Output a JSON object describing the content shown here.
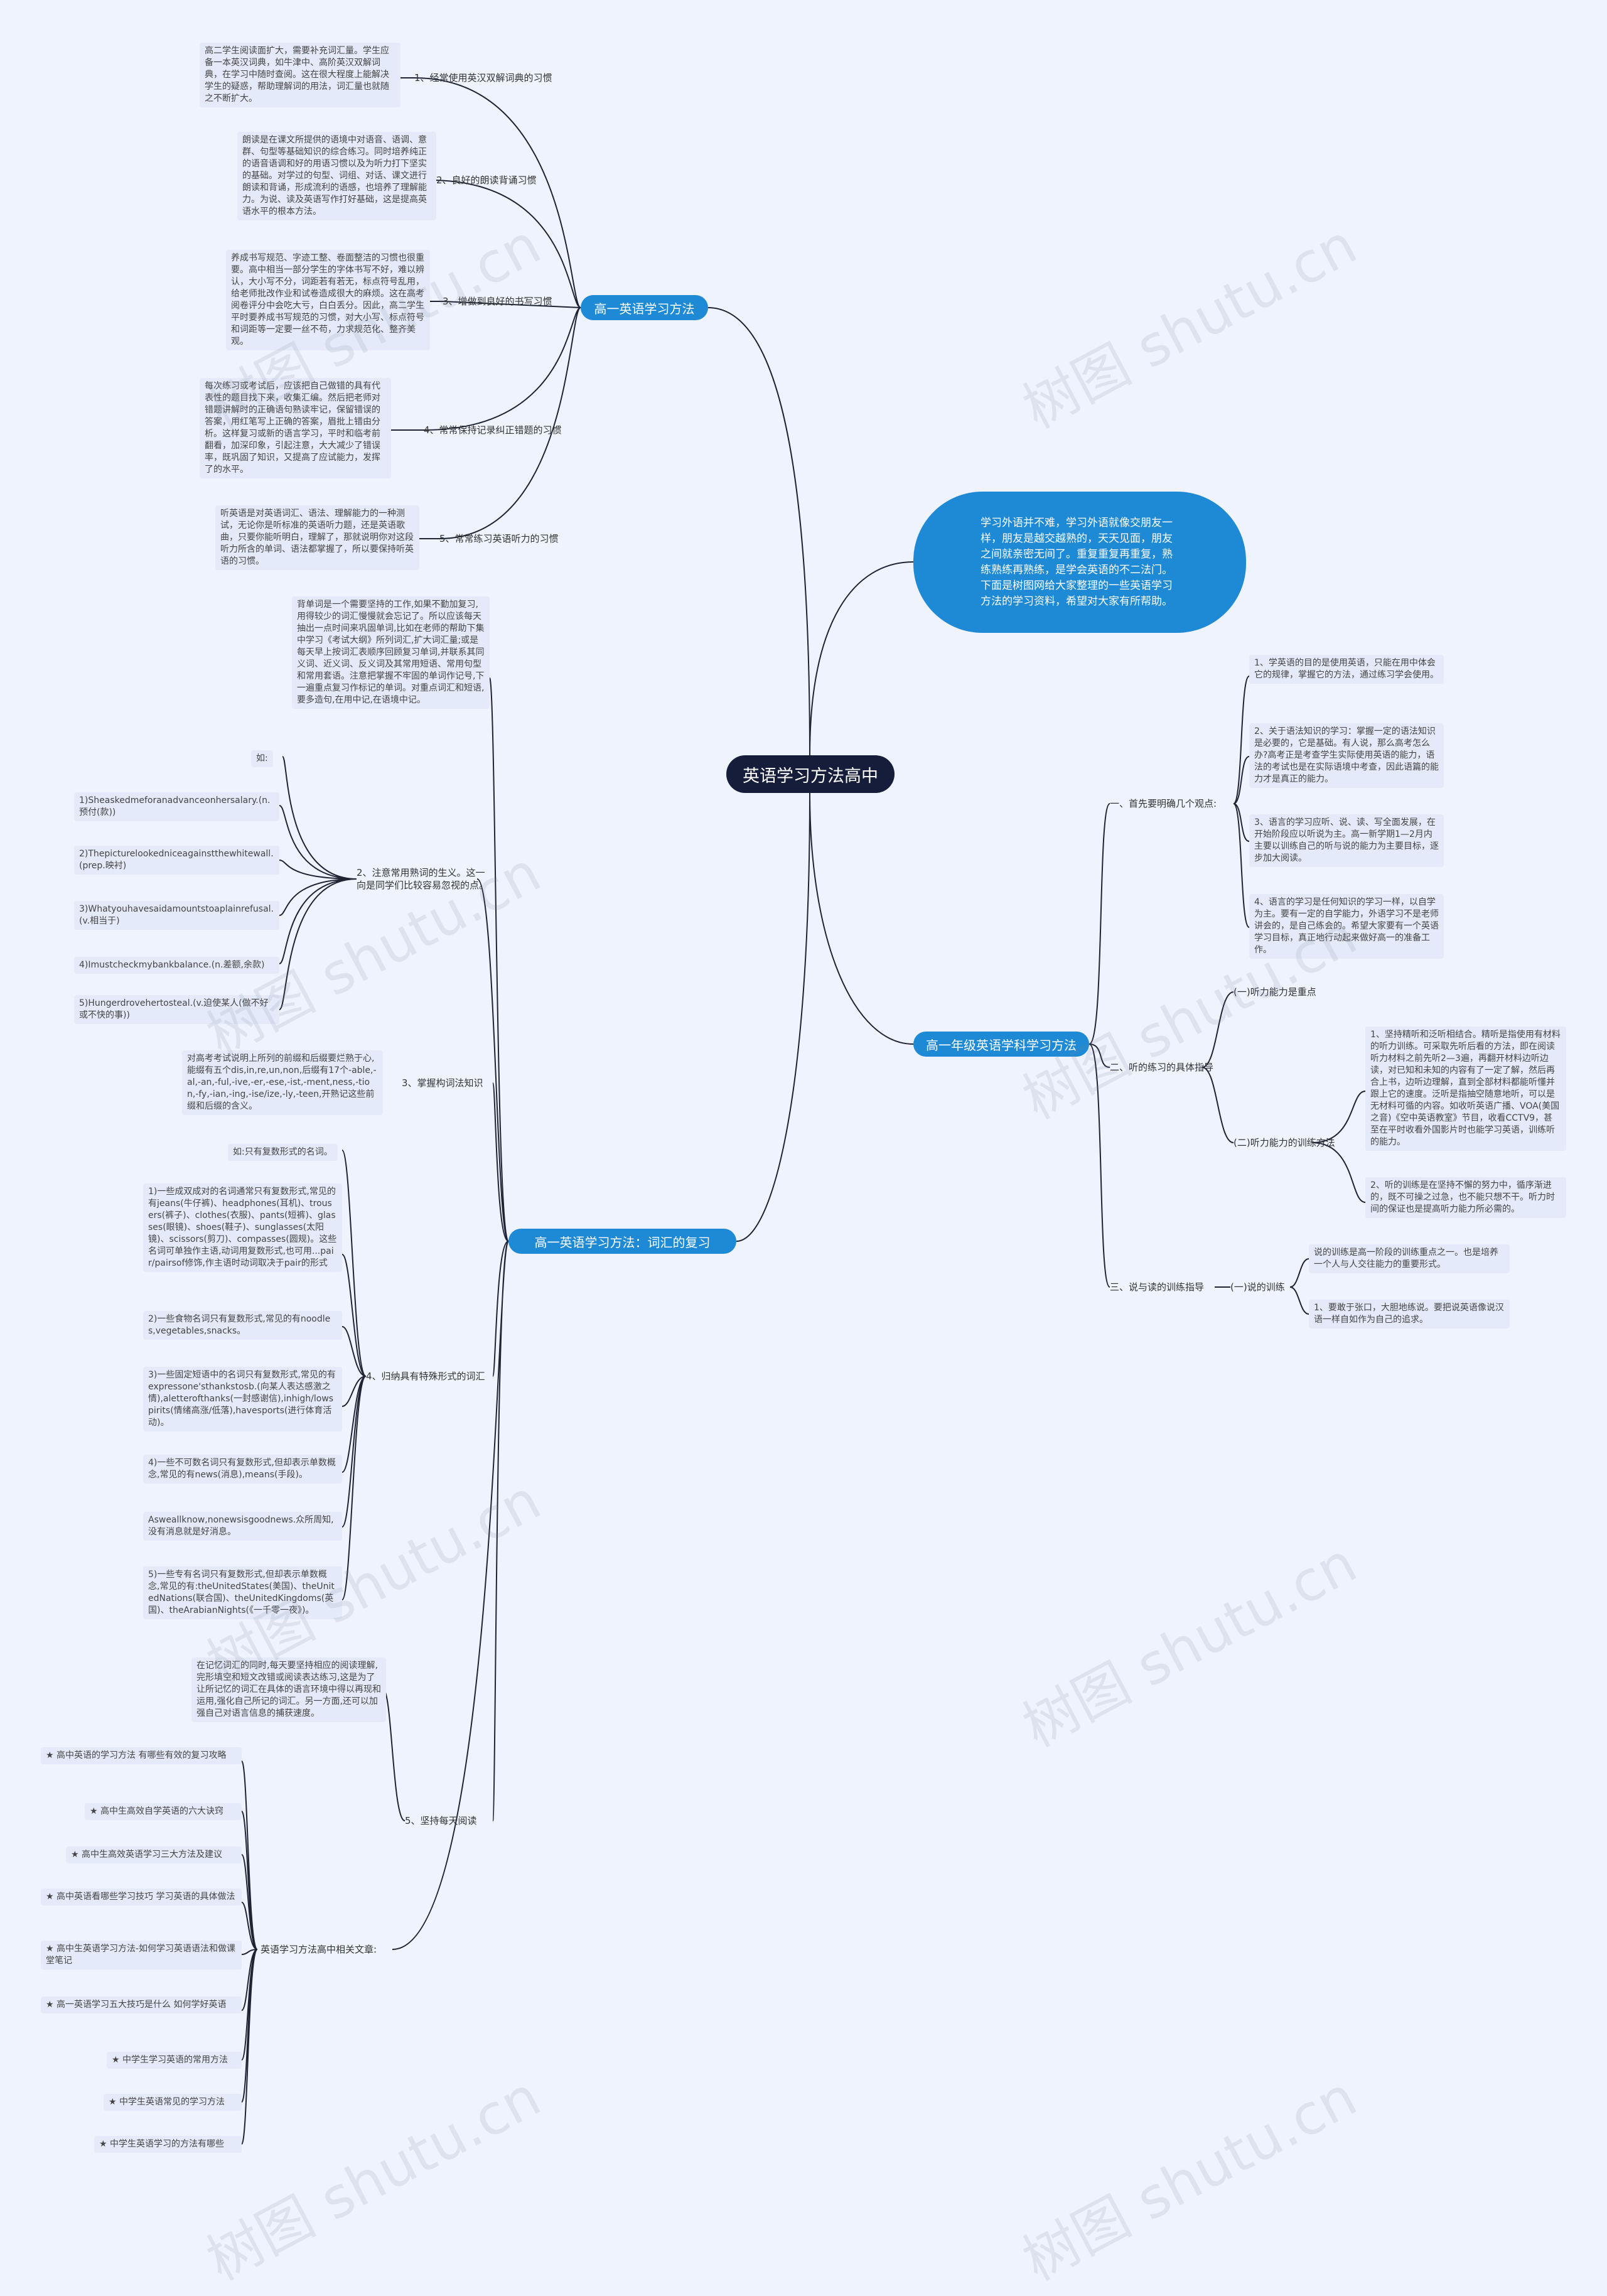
{
  "center": "英语学习方法高中",
  "intro": "学习外语并不难，学习外语就像交朋友一样，朋友是越交越熟的，天天见面，朋友之间就亲密无间了。重复重复再重复，熟练熟练再熟练，是学会英语的不二法门。下面是树图网给大家整理的一些英语学习方法的学习资料，希望对大家有所帮助。",
  "watermark": "树图 shutu.cn",
  "b1": {
    "label": "高一英语学习方法",
    "items": [
      {
        "title": "1、经常使用英汉双解词典的习惯",
        "text": "高二学生阅读面扩大，需要补充词汇量。学生应备一本英汉词典，如牛津中、高阶英汉双解词典，在学习中随时查阅。这在很大程度上能解决学生的疑惑，帮助理解词的用法，词汇量也就随之不断扩大。"
      },
      {
        "title": "2、良好的朗读背诵习惯",
        "text": "朗读是在课文所提供的语境中对语音、语调、意群、句型等基础知识的综合练习。同时培养纯正的语音语调和好的用语习惯以及为听力打下坚实的基础。对学过的句型、词组、对话、课文进行朗读和背诵，形成流利的语感，也培养了理解能力。为说、读及英语写作打好基础，这是提高英语水平的根本方法。"
      },
      {
        "title": "3、增做到良好的书写习惯",
        "text": "养成书写规范、字迹工整、卷面整洁的习惯也很重要。高中相当一部分学生的字体书写不好，难以辨认，大小写不分，词距若有若无，标点符号乱用，给老师批改作业和试卷造成很大的麻烦。这在高考阅卷评分中会吃大亏，白白丢分。因此，高二学生平时要养成书写规范的习惯，对大小写、标点符号和词距等一定要一丝不苟，力求规范化、整齐美观。"
      },
      {
        "title": "4、常常保持记录纠正错题的习惯",
        "text": "每次练习或考试后，应该把自己做错的具有代表性的题目找下来，收集汇编。然后把老师对错题讲解时的正确语句熟读牢记，保留错误的答案，用红笔写上正确的答案，眉批上错由分析。这样复习或新的语言学习，平时和临考前翻看，加深印象，引起注意，大大减少了错误率，既巩固了知识，又提高了应试能力，发挥了的水平。"
      },
      {
        "title": "5、常常练习英语听力的习惯",
        "text": "听英语是对英语词汇、语法、理解能力的一种测试，无论你是听标准的英语听力题，还是英语歌曲，只要你能听明白，理解了，那就说明你对这段听力所含的单词、语法都掌握了，所以要保持听英语的习惯。"
      }
    ]
  },
  "b2": {
    "label": "高一英语学习方法：词汇的复习",
    "top_text": "背单词是一个需要坚持的工作,如果不勤加复习,用得较少的词汇慢慢就会忘记了。所以应该每天抽出一点时间来巩固单词,比如在老师的帮助下集中学习《考试大纲》所列词汇,扩大词汇量;或是每天早上按词汇表顺序回顾复习单词,并联系其同义词、近义词、反义词及其常用短语、常用句型和常用套语。注意把掌握不牢固的单词作记号,下一遍重点复习作标记的单词。对重点词汇和短语,要多造句,在用中记,在语境中记。",
    "s2": {
      "title": "2、注意常用熟词的生义。这一向是同学们比较容易忽视的点。",
      "head": "如:",
      "items": [
        "1)Sheaskedmeforanadvanceonhersalary.(n.预付(款))",
        "2)Thepicturelookedniceagainstthewhitewall.(prep.映衬)",
        "3)Whatyouhavesaidamountstoaplainrefusal.(v.相当于)",
        "4)Imustcheckmybankbalance.(n.差额,余款)",
        "5)Hungerdrovehertosteal.(v.迫使某人(做不好或不快的事))"
      ]
    },
    "s3": {
      "title": "3、掌握构词法知识",
      "text": "对高考考试说明上所列的前缀和后缀要烂熟于心,能缀有五个dis,in,re,un,non,后缀有17个-able,-al,-an,-ful,-ive,-er,-ese,-ist,-ment,ness,-tion,-fy,-ian,-ing,-ise/ize,-ly,-teen,开熟记这些前缀和后缀的含义。"
    },
    "s4": {
      "title": "4、归纳具有特殊形式的词汇",
      "head": "如:只有复数形式的名词。",
      "items": [
        "1)一些成双成对的名词通常只有复数形式,常见的有jeans(牛仔裤)、headphones(耳机)、trousers(裤子)、clothes(衣服)、pants(短裤)、glasses(眼镜)、shoes(鞋子)、sunglasses(太阳镜)、scissors(剪刀)、compasses(圆规)。这些名词可单独作主语,动词用复数形式,也可用...pair/pairsof修饰,作主语时动词取决于pair的形式",
        "2)一些食物名词只有复数形式,常见的有noodles,vegetables,snacks。",
        "3)一些固定短语中的名词只有复数形式,常见的有expressone'sthankstosb.(向某人表达感激之情),aletterofthanks(一封感谢信),inhigh/lowspirits(情绪高涨/低落),havesports(进行体育活动)。",
        "4)一些不可数名词只有复数形式,但却表示单数概念,常见的有news(消息),means(手段)。",
        "Asweallknow,nonewsisgoodnews.众所周知,没有消息就是好消息。",
        "5)一些专有名词只有复数形式,但却表示单数概念,常见的有:theUnitedStates(美国)、theUnitedNations(联合国)、theUnitedKingdoms(英国)、theArabianNights(《一千零一夜》)。"
      ]
    },
    "s5": {
      "title": "5、坚持每天阅读",
      "text": "在记忆词汇的同时,每天要坚持相应的阅读理解,完形填空和短文改错或阅读表达练习,这是为了让所记忆的词汇在具体的语言环境中得以再现和运用,强化自己所记的词汇。另一方面,还可以加强自己对语言信息的捕获速度。"
    },
    "related": {
      "title": "英语学习方法高中相关文章:",
      "items": [
        "★ 高中英语的学习方法 有哪些有效的复习攻略",
        "★ 高中生高效自学英语的六大诀窍",
        "★ 高中生高效英语学习三大方法及建议",
        "★ 高中英语看哪些学习技巧 学习英语的具体做法",
        "★ 高中生英语学习方法-如何学习英语语法和做课堂笔记",
        "★ 高一英语学习五大技巧是什么 如何学好英语",
        "★ 中学生学习英语的常用方法",
        "★ 中学生英语常见的学习方法",
        "★ 中学生英语学习的方法有哪些"
      ]
    }
  },
  "b3": {
    "label": "高一年级英语学科学习方法",
    "c1": {
      "title": "一、首先要明确几个观点:",
      "items": [
        "1、学英语的目的是使用英语，只能在用中体会它的规律，掌握它的方法，通过练习学会使用。",
        "2、关于语法知识的学习：掌握一定的语法知识是必要的，它是基础。有人说，那么高考怎么办?高考正是考查学生实际使用英语的能力，语法的考试也是在实际语境中考查，因此语篇的能力才是真正的能力。",
        "3、语言的学习应听、说、读、写全面发展，在开始阶段应以听说为主。高一新学期1—2月内主要以训练自己的听与说的能力为主要目标，逐步加大阅读。",
        "4、语言的学习是任何知识的学习一样，以自学为主。要有一定的自学能力，外语学习不是老师讲会的，是自己练会的。希望大家要有一个英语学习目标，真正地行动起来做好高一的准备工作。"
      ]
    },
    "c2": {
      "title": "二、听的练习的具体指导",
      "p1": "(一)听力能力是重点",
      "p2": "(二)听力能力的训练方法",
      "items": [
        "1、坚持精听和泛听相结合。精听是指使用有材料的听力训练。可采取先听后看的方法，即在阅读听力材料之前先听2—3遍，再翻开材料边听边读，对已知和未知的内容有了一定了解，然后再合上书，边听边理解，直到全部材料都能听懂并跟上它的速度。泛听是指抽空随意地听，可以是无材料可循的内容。如收听英语广播、VOA(美国之音)《空中英语教室》节目，收看CCTV9，甚至在平时收看外国影片时也能学习英语，训练听的能力。",
        "2、听的训练是在坚持不懈的努力中，循序渐进的，既不可操之过急，也不能只想不干。听力时间的保证也是提高听力能力所必需的。"
      ]
    },
    "c3": {
      "title": "三、说与读的训练指导",
      "p1": "(一)说的训练",
      "items": [
        "说的训练是高一阶段的训练重点之一。也是培养一个人与人交往能力的重要形式。",
        "1、要敢于张口，大胆地练说。要把说英语像说汉语一样自如作为自己的追求。"
      ]
    }
  }
}
